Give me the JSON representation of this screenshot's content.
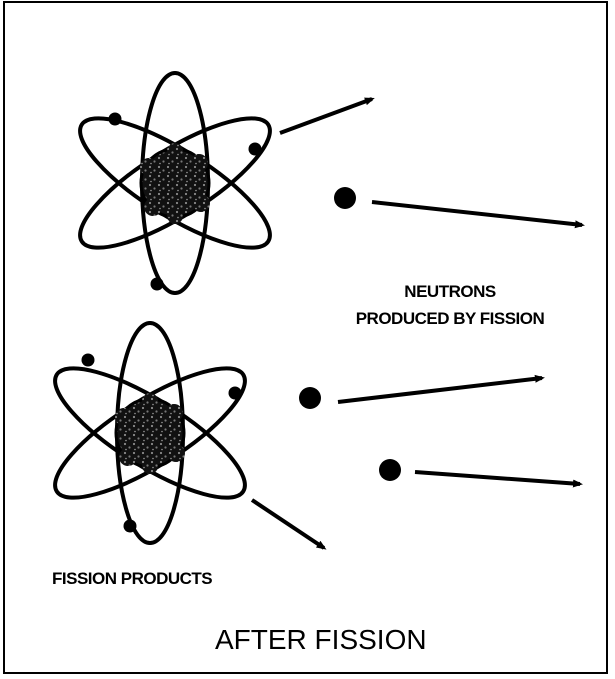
{
  "labels": {
    "neutrons_line1": "NEUTRONS",
    "neutrons_line2": "PRODUCED BY FISSION",
    "fission_products": "FISSION PRODUCTS",
    "after_fission": "AFTER FISSION"
  },
  "icons": {
    "atom": "atom-icon",
    "neutron": "neutron-icon",
    "arrow": "arrow-icon"
  },
  "colors": {
    "ink": "#000000",
    "background": "#ffffff",
    "nucleus_speckle": "#8a8a8a"
  }
}
